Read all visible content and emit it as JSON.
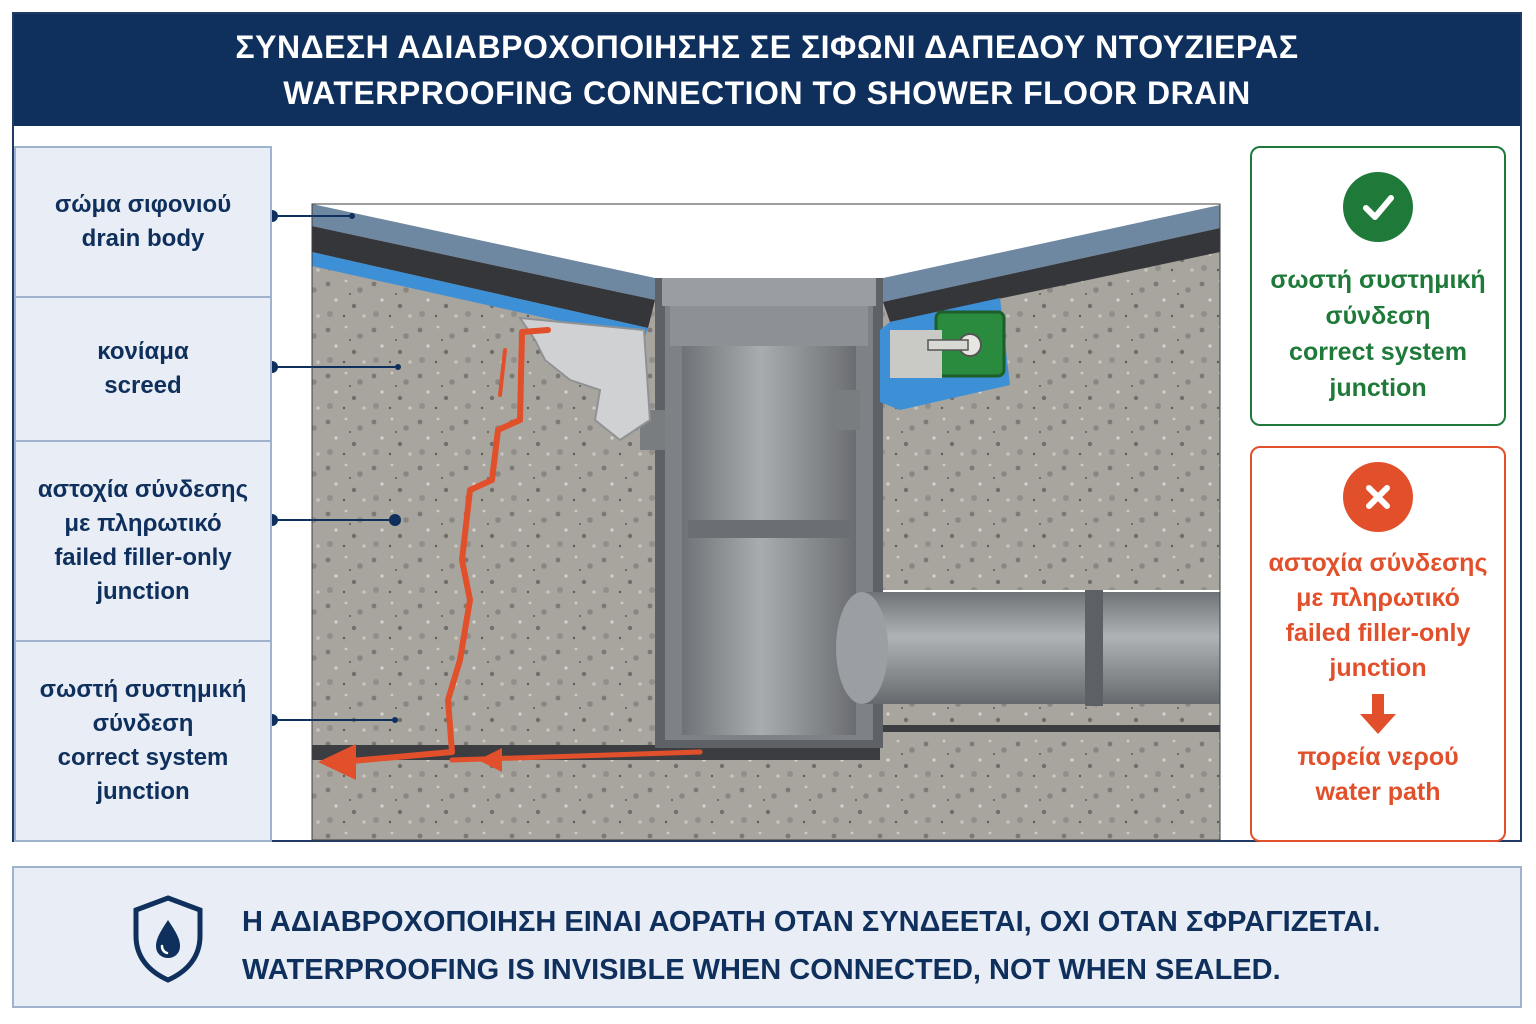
{
  "header": {
    "title_gr": "ΣΥΝΔΕΣΗ ΑΔΙΑΒΡΟΧΟΠΟΙΗΣΗΣ ΣΕ ΣΙΦΩΝΙ ΔΑΠΕΔΟΥ ΝΤΟΥΖΙΕΡΑΣ",
    "title_en": "WATERPROOFING CONNECTION TO SHOWER FLOOR DRAIN"
  },
  "legend": [
    {
      "gr1": "σώμα σιφονιού",
      "gr2": "",
      "en1": "drain body",
      "en2": ""
    },
    {
      "gr1": "κονίαμα",
      "gr2": "",
      "en1": "screed",
      "en2": ""
    },
    {
      "gr1": "αστοχία σύνδεσης",
      "gr2": "με πληρωτικό",
      "en1": "failed filler-only",
      "en2": "junction"
    },
    {
      "gr1": "σωστή συστημική",
      "gr2": "σύνδεση",
      "en1": "correct system",
      "en2": "junction"
    }
  ],
  "panel_correct": {
    "icon": "check-icon",
    "gr1": "σωστή συστημική",
    "gr2": "σύνδεση",
    "en1": "correct system",
    "en2": "junction"
  },
  "panel_failed": {
    "icon": "cross-icon",
    "gr1": "αστοχία σύνδεσης",
    "gr2": "με πληρωτικό",
    "en1": "failed filler-only",
    "en2": "junction",
    "arrow_icon": "arrow-down-icon",
    "path_gr": "πορεία νερού",
    "path_en": "water path"
  },
  "footer": {
    "icon": "shield-water-drop-icon",
    "line_gr": "Η ΑΔΙΑΒΡΟΧΟΠΟΙΗΣΗ ΕΙΝΑΙ ΑΟΡΑΤΗ ΟΤΑΝ ΣΥΝΔΕΕΤΑΙ, ΟΧΙ ΟΤΑΝ ΣΦΡΑΓΙΖΕΤΑΙ.",
    "line_en": "WATERPROOFING IS INVISIBLE WHEN CONNECTED, NOT WHEN SEALED."
  },
  "colors": {
    "navy": "#0f2f5c",
    "membrane_blue": "#3d8fd6",
    "correct_green": "#1f7a3a",
    "failed_red": "#e2502b",
    "screed_gray": "#a39f99",
    "pipe_gray": "#8a8d90"
  }
}
